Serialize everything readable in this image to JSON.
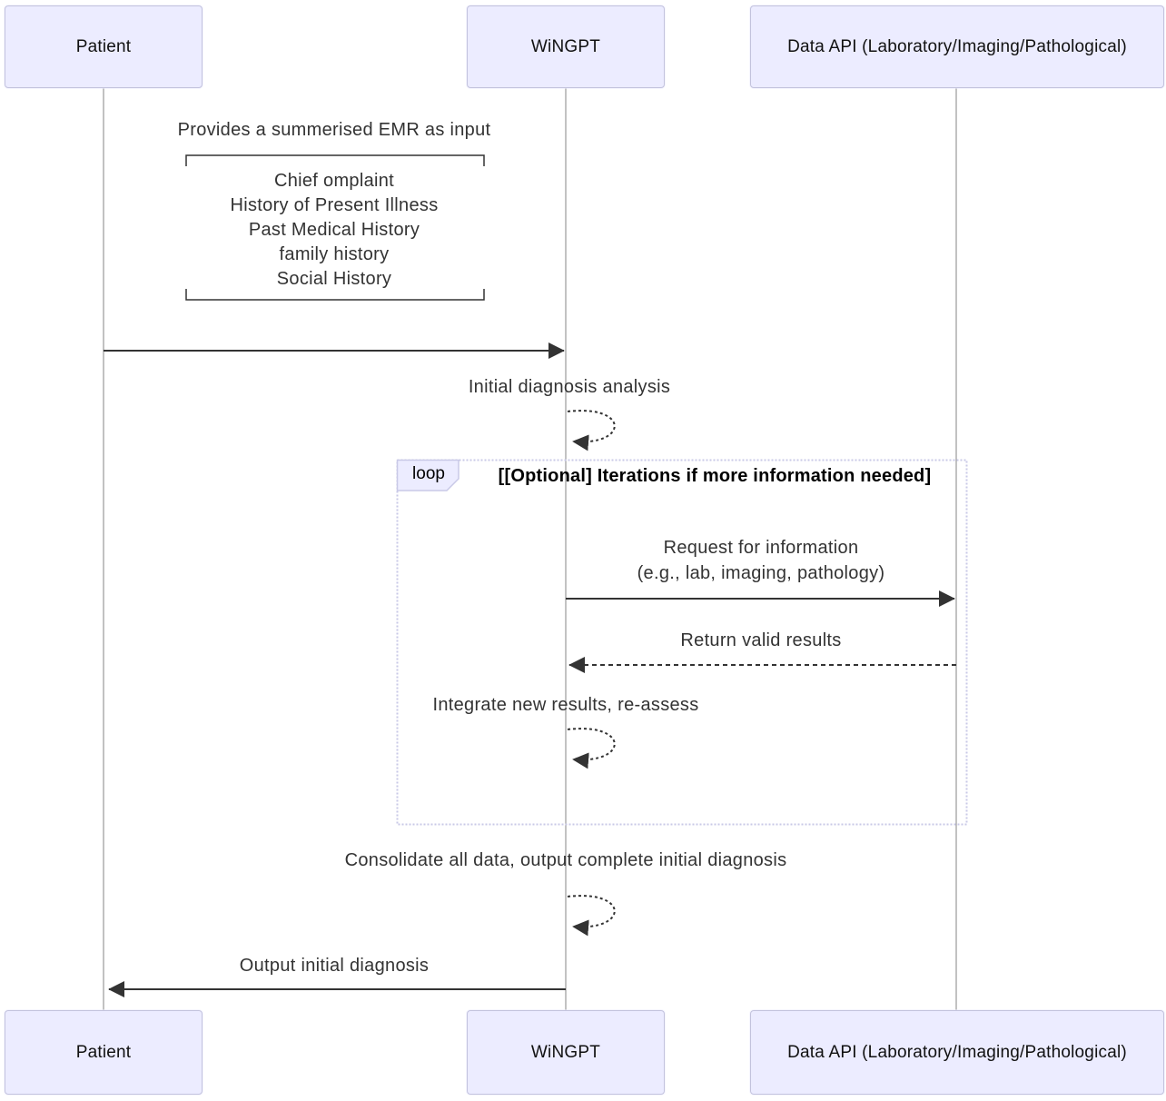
{
  "actors": [
    {
      "id": "patient",
      "label": "Patient"
    },
    {
      "id": "wingpt",
      "label": "WiNGPT"
    },
    {
      "id": "dataapi",
      "label": "Data API (Laboratory/Imaging/Pathological)"
    }
  ],
  "messages": {
    "emr_input": "Provides a summerised EMR as input",
    "emr_note_lines": [
      "Chief omplaint",
      "History of Present Illness",
      "Past Medical History",
      "family history",
      "Social History"
    ],
    "initial_analysis": "Initial diagnosis analysis",
    "request_info_line1": "Request for information",
    "request_info_line2": "(e.g., lab, imaging, pathology)",
    "return_results": "Return valid results",
    "integrate": "Integrate new results, re-assess",
    "consolidate": "Consolidate all data, output complete initial diagnosis",
    "output_diagnosis": "Output initial diagnosis"
  },
  "loop": {
    "label": "loop",
    "title": "[[Optional] Iterations if more information needed]"
  },
  "colors": {
    "actor_fill": "#ECECFF",
    "actor_border": "#c3c3dd",
    "loop_border": "#c9c9e7",
    "lifeline": "#999999",
    "arrow": "#333333",
    "message_text": "#333333"
  }
}
